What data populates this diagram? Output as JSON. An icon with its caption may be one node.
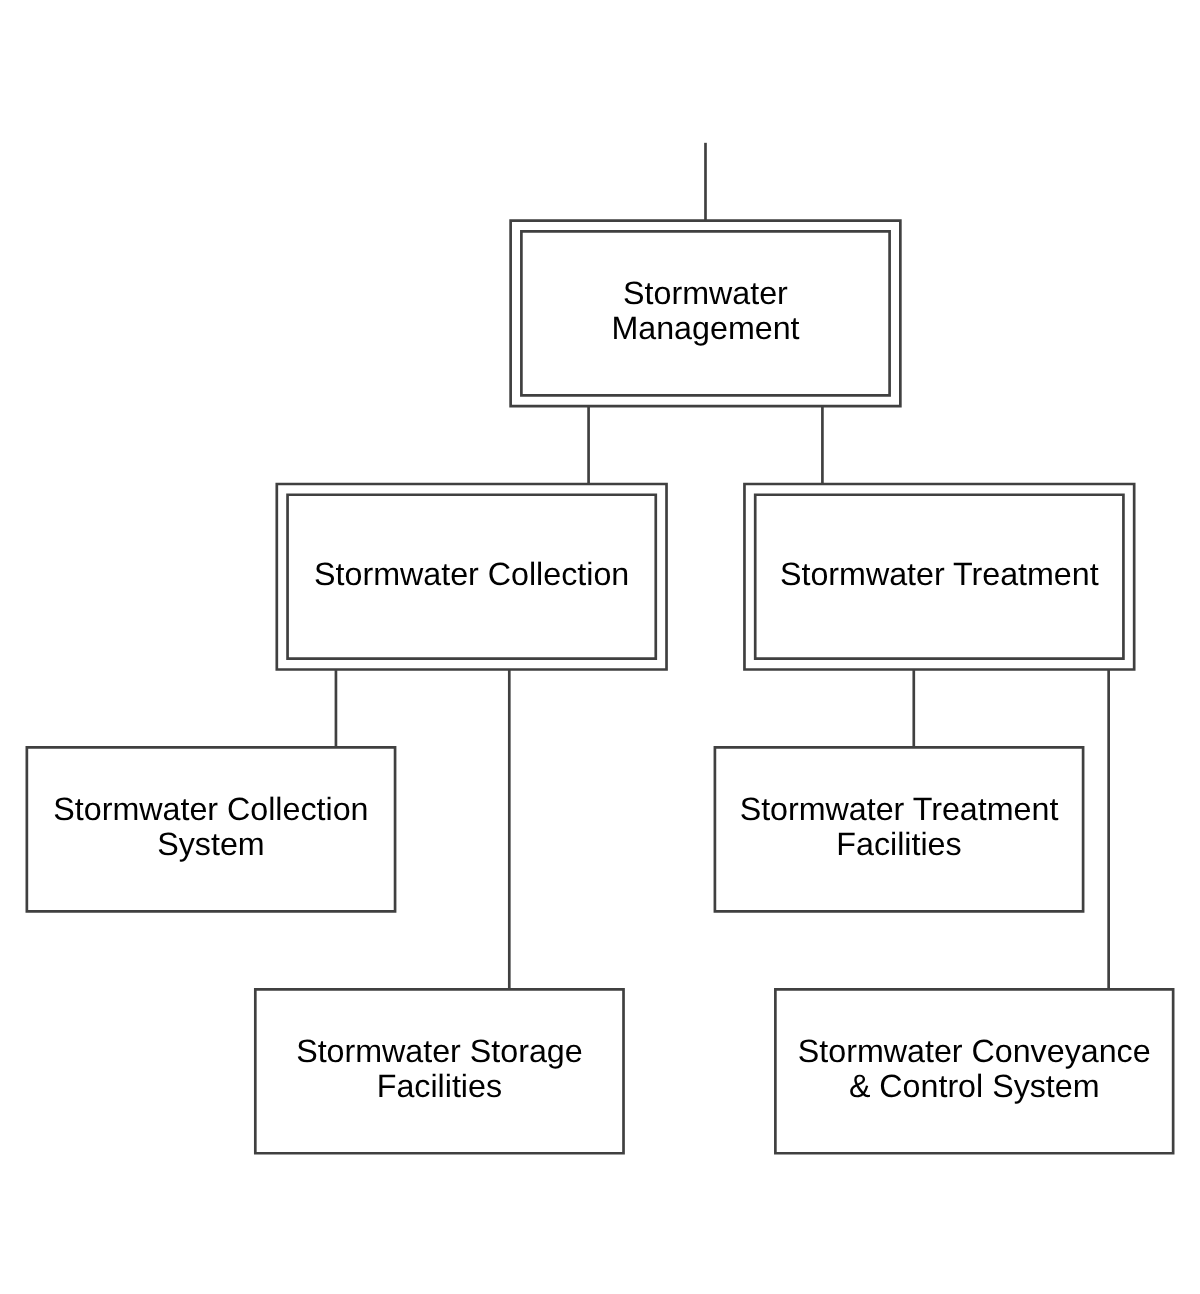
{
  "diagram": {
    "nodes": [
      {
        "text": [
          "Stormwater Management"
        ]
      },
      {
        "text": [
          "Stormwater Collection"
        ]
      },
      {
        "text": [
          "Stormwater Treatment"
        ]
      },
      {
        "text": [
          "Stormwater Collection System"
        ]
      },
      {
        "text": [
          "Stormwater Storage Facilities"
        ]
      },
      {
        "text": [
          "Stormwater Treatment Facilities"
        ]
      },
      {
        "text": [
          "Stormwater Conveyance & Control System"
        ]
      }
    ],
    "edges": [
      {
        "from": null,
        "to": 0,
        "arrow": "none"
      },
      {
        "from": 0,
        "to": 1,
        "arrow": "none"
      },
      {
        "from": 0,
        "to": 2,
        "arrow": "none"
      },
      {
        "from": 1,
        "to": 3,
        "arrow": "none"
      },
      {
        "from": 1,
        "to": 4,
        "arrow": "none"
      },
      {
        "from": 2,
        "to": 5,
        "arrow": "none"
      },
      {
        "from": 2,
        "to": 6,
        "arrow": "none"
      }
    ]
  }
}
